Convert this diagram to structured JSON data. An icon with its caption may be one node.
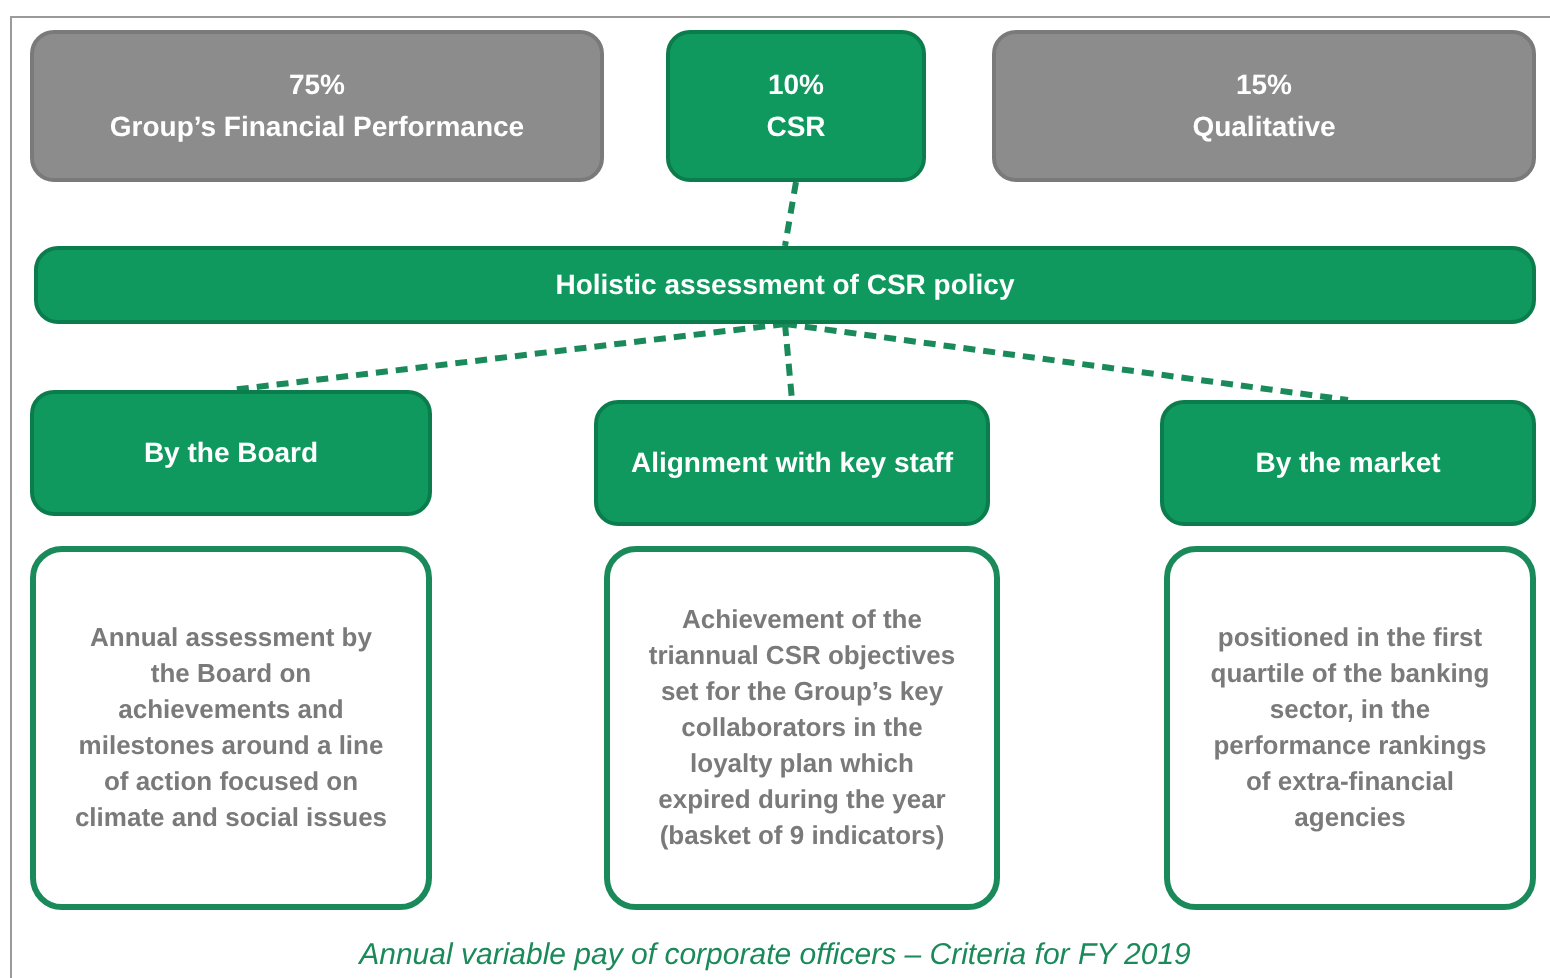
{
  "diagram": {
    "caption": "Annual variable pay of corporate officers – Criteria for FY 2019",
    "nodes": [
      {
        "text": [
          "75%",
          "Group’s Financial Performance"
        ]
      },
      {
        "text": [
          "10%",
          "CSR"
        ]
      },
      {
        "text": [
          "15%",
          "Qualitative"
        ]
      },
      {
        "text": [
          "Holistic assessment of CSR policy"
        ]
      },
      {
        "text": [
          "By the Board"
        ]
      },
      {
        "text": [
          "Alignment with key staff"
        ]
      },
      {
        "text": [
          "By the market"
        ]
      },
      {
        "text": [
          "Annual assessment by the Board on achievements and milestones around a line of action focused on climate and social issues"
        ]
      },
      {
        "text": [
          "Achievement of the triannual CSR objectives set for the Group’s key collaborators in the loyalty plan which expired during the year (basket of 9 indicators)"
        ]
      },
      {
        "text": [
          "positioned in the first quartile of the banking sector, in the performance rankings of extra-financial agencies"
        ]
      }
    ],
    "edges": [
      {
        "from": 1,
        "to": 3,
        "arrow": "none",
        "style": "dashed"
      },
      {
        "from": 3,
        "to": 4,
        "arrow": "none",
        "style": "dashed"
      },
      {
        "from": 3,
        "to": 5,
        "arrow": "none",
        "style": "dashed"
      },
      {
        "from": 3,
        "to": 6,
        "arrow": "none",
        "style": "dashed"
      }
    ]
  }
}
